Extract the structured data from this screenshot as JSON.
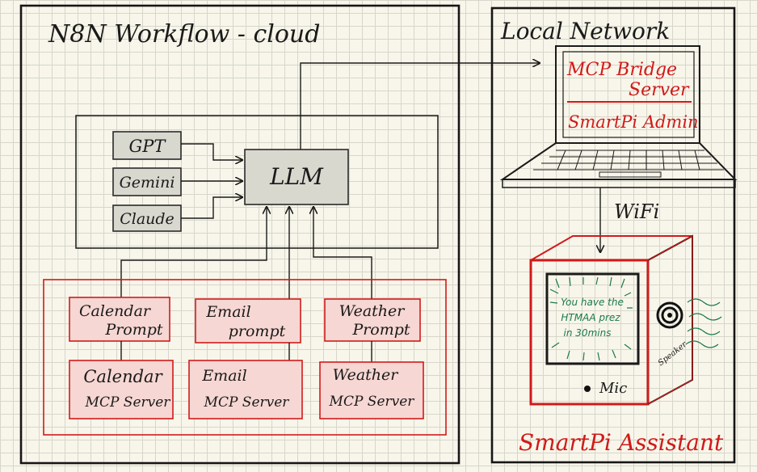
{
  "cloud": {
    "title": "N8N Workflow - cloud"
  },
  "llm": {
    "label": "LLM",
    "models": [
      "GPT",
      "Gemini",
      "Claude"
    ]
  },
  "tools": [
    {
      "prompt": "Calendar Prompt",
      "prompt_l1": "Calendar",
      "prompt_l2": "Prompt",
      "server_l1": "Calendar",
      "server_l2": "MCP Server"
    },
    {
      "prompt": "Email prompt",
      "prompt_l1": "Email",
      "prompt_l2": "prompt",
      "server_l1": "Email",
      "server_l2": "MCP Server"
    },
    {
      "prompt": "Weather Prompt",
      "prompt_l1": "Weather",
      "prompt_l2": "Prompt",
      "server_l1": "Weather",
      "server_l2": "MCP Server"
    }
  ],
  "local": {
    "title": "Local Network",
    "laptop_l1": "MCP Bridge",
    "laptop_l2": "Server",
    "laptop_admin": "SmartPi Admin",
    "wifi": "WiFi"
  },
  "device": {
    "screen_l1": "You have the",
    "screen_l2": "HTMAA prez",
    "screen_l3": "in 30mins",
    "mic": "Mic",
    "speaker": "Speaker",
    "name": "SmartPi Assistant"
  },
  "colors": {
    "red": "#d11a1a",
    "green": "#1b7a4a",
    "box_fill": "#d9d8cf",
    "pink": "#f6d7d3"
  }
}
